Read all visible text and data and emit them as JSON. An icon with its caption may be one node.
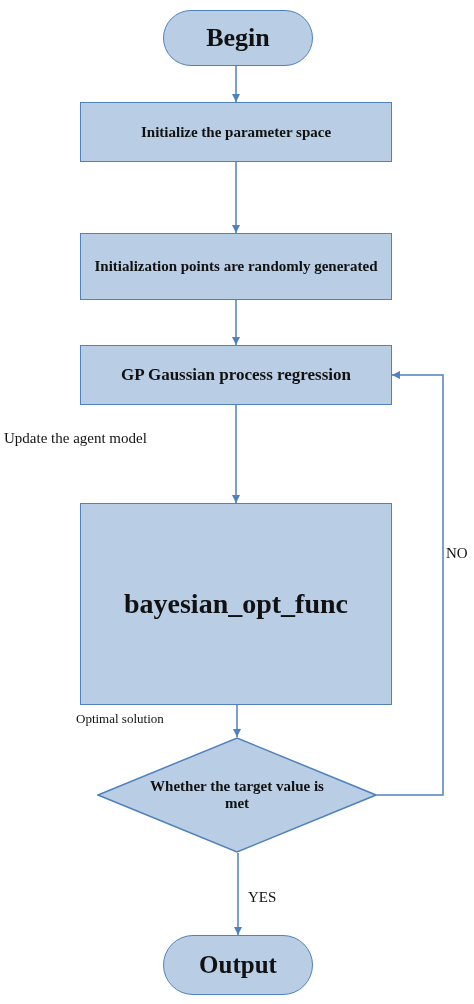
{
  "diagram": {
    "nodes": [
      {
        "text": [
          "Begin"
        ]
      },
      {
        "text": [
          "Initialize the parameter space"
        ]
      },
      {
        "text": [
          "Initialization points are randomly generated"
        ]
      },
      {
        "text": [
          "GP Gaussian process regression"
        ]
      },
      {
        "text": [
          "bayesian_opt_func"
        ]
      },
      {
        "text": [
          "Whether the target value is met"
        ]
      },
      {
        "text": [
          "Output"
        ]
      }
    ],
    "edges": [
      {
        "from": 0,
        "to": 1,
        "arrow": "to"
      },
      {
        "from": 1,
        "to": 2,
        "arrow": "to"
      },
      {
        "from": 2,
        "to": 3,
        "arrow": "to"
      },
      {
        "from": 3,
        "to": 4,
        "arrow": "to"
      },
      {
        "from": 4,
        "to": 5,
        "arrow": "to"
      },
      {
        "from": 5,
        "to": 6,
        "arrow": "to",
        "label": "YES"
      },
      {
        "from": 5,
        "to": 3,
        "arrow": "to",
        "label": "NO"
      }
    ],
    "labels": [
      "Update the agent model",
      "Optimal solution"
    ]
  }
}
